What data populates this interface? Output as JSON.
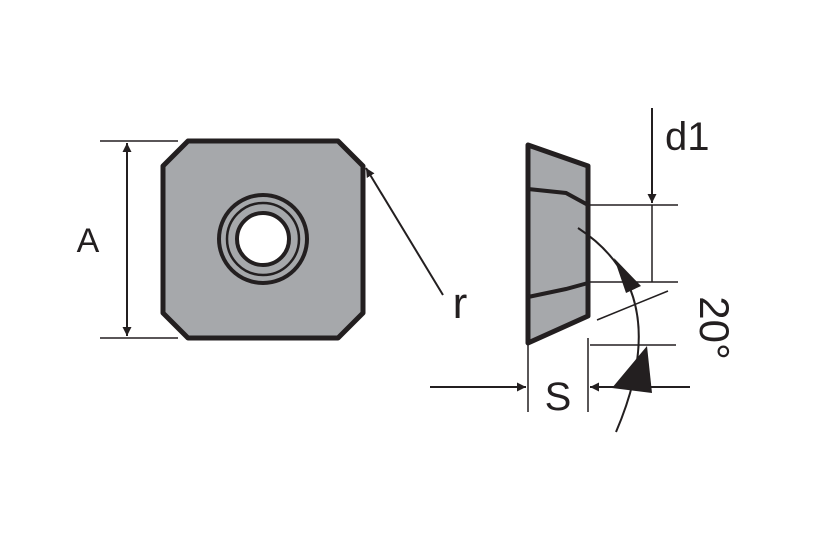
{
  "diagram": {
    "labels": {
      "width": "A",
      "radius": "r",
      "hole_diameter": "d1",
      "thickness": "S",
      "angle": "20°"
    },
    "colors": {
      "insert_fill": "#a6a8ab",
      "outline": "#231f20",
      "background": "#ffffff"
    }
  }
}
